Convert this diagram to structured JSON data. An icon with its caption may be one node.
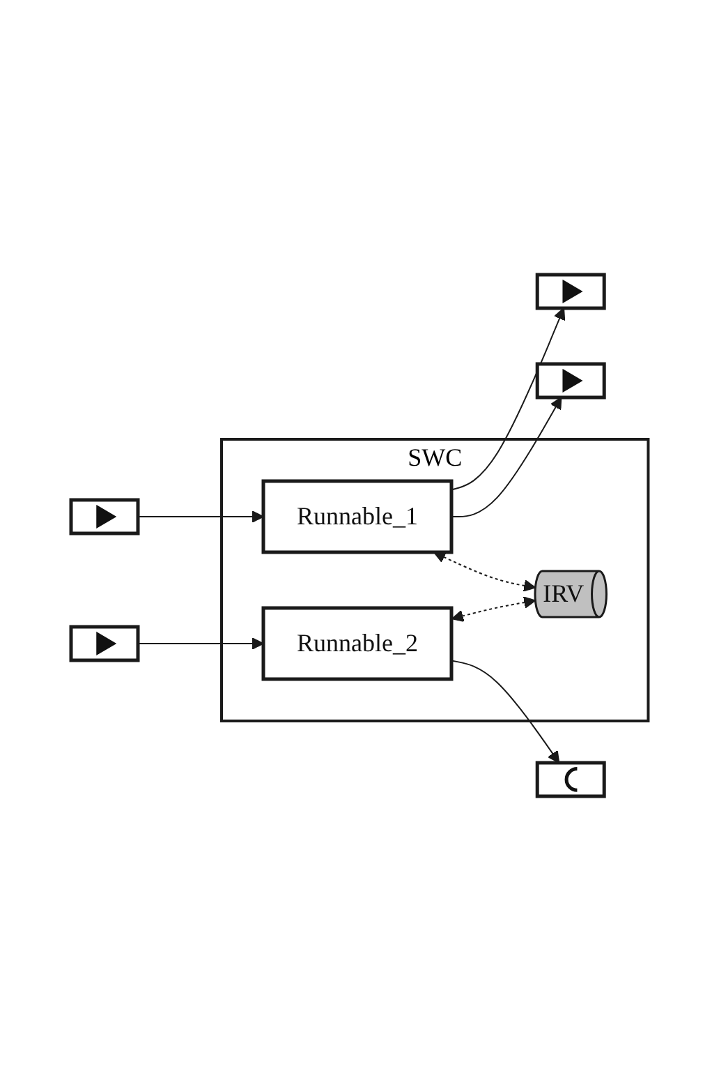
{
  "diagram": {
    "nodes": [
      {
        "text": [
          "SWC"
        ]
      },
      {
        "text": [],
        "shape": "box"
      },
      {
        "text": [
          "Runnable_1"
        ],
        "in": 0
      },
      {
        "text": [],
        "shape": "box"
      },
      {
        "text": [],
        "shape": "box"
      },
      {
        "text": [
          "IRV"
        ],
        "in": 0
      },
      {
        "text": [],
        "shape": "box"
      },
      {
        "text": [
          "Runnable_2"
        ],
        "in": 0
      },
      {
        "text": [],
        "shape": "box"
      }
    ],
    "edges": [
      {
        "from": 2,
        "to": 1,
        "arrow": "to"
      },
      {
        "from": 3,
        "to": 2,
        "arrow": "to"
      },
      {
        "from": 2,
        "to": 4,
        "arrow": "to"
      },
      {
        "from": 2,
        "to": 5,
        "arrow": "both",
        "style": "dashed"
      },
      {
        "from": 7,
        "to": 5,
        "arrow": "both",
        "style": "dashed"
      },
      {
        "from": 6,
        "to": 7,
        "arrow": "to"
      },
      {
        "from": 7,
        "to": 8,
        "arrow": "to"
      }
    ]
  }
}
